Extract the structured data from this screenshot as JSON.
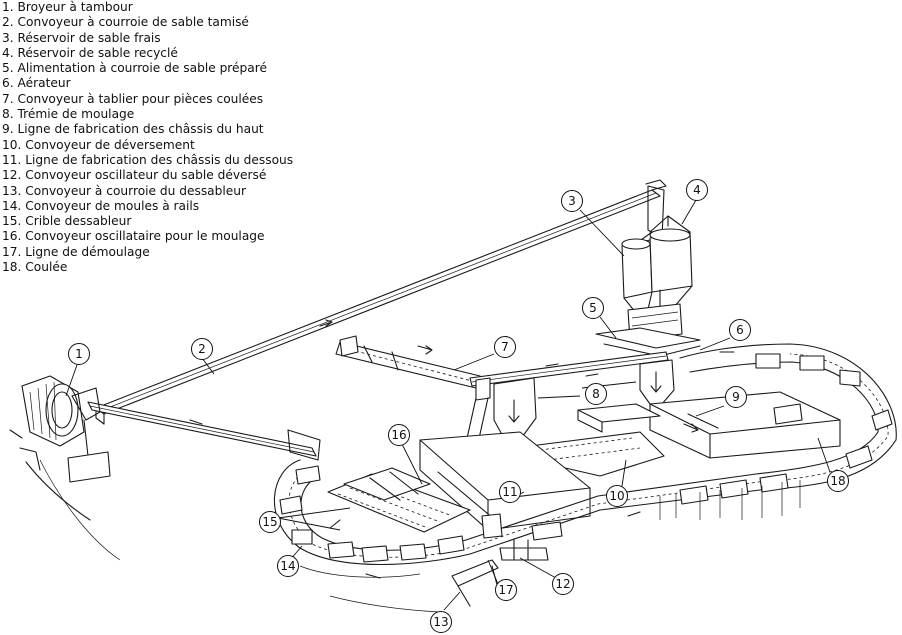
{
  "legend": [
    "1. Broyeur à tambour",
    "2. Convoyeur à courroie de sable tamisé",
    "3. Réservoir de sable frais",
    "4. Réservoir de sable recyclé",
    "5. Alimentation à courroie de sable préparé",
    "6. Aérateur",
    "7. Convoyeur à tablier pour pièces coulées",
    "8. Trémie de moulage",
    "9. Ligne de fabrication des châssis du haut",
    "10. Convoyeur de déversement",
    "11. Ligne de fabrication des châssis du dessous",
    "12. Convoyeur oscillateur du sable déversé",
    "13. Convoyeur à courroie du dessableur",
    "14. Convoyeur de moules à rails",
    "15. Crible dessableur",
    "16. Convoyeur oscillataire pour le moulage",
    "17. Ligne de démoulage",
    "18. Coulée"
  ],
  "callouts": [
    "1",
    "2",
    "3",
    "4",
    "5",
    "6",
    "7",
    "8",
    "9",
    "10",
    "11",
    "12",
    "13",
    "14",
    "15",
    "16",
    "17",
    "18"
  ]
}
